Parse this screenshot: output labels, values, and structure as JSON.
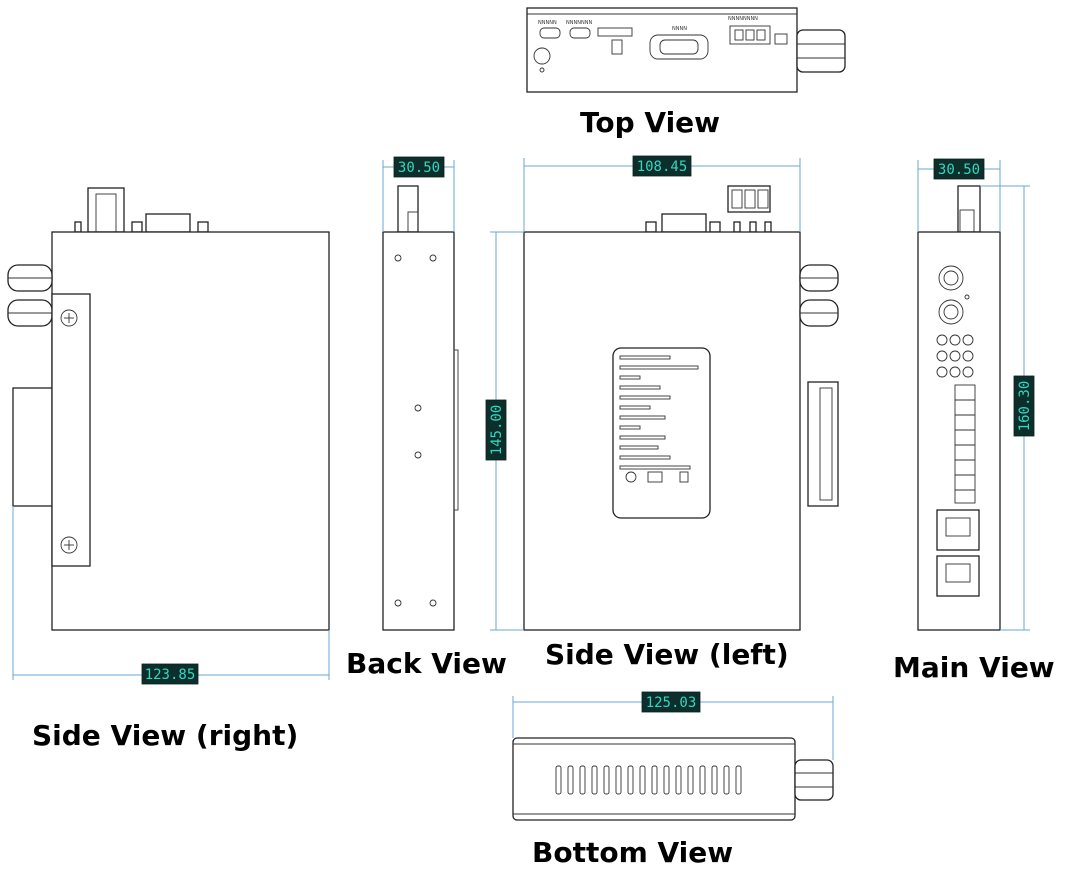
{
  "views": {
    "top": "Top View",
    "side_right": "Side View (right)",
    "back": "Back View",
    "side_left": "Side View (left)",
    "main": "Main View",
    "bottom": "Bottom View"
  },
  "dimensions": {
    "back_width": "30.50",
    "side_left_width": "108.45",
    "main_width": "30.50",
    "side_left_height": "145.00",
    "main_height": "160.30",
    "side_right_width": "123.85",
    "bottom_width": "125.03"
  }
}
